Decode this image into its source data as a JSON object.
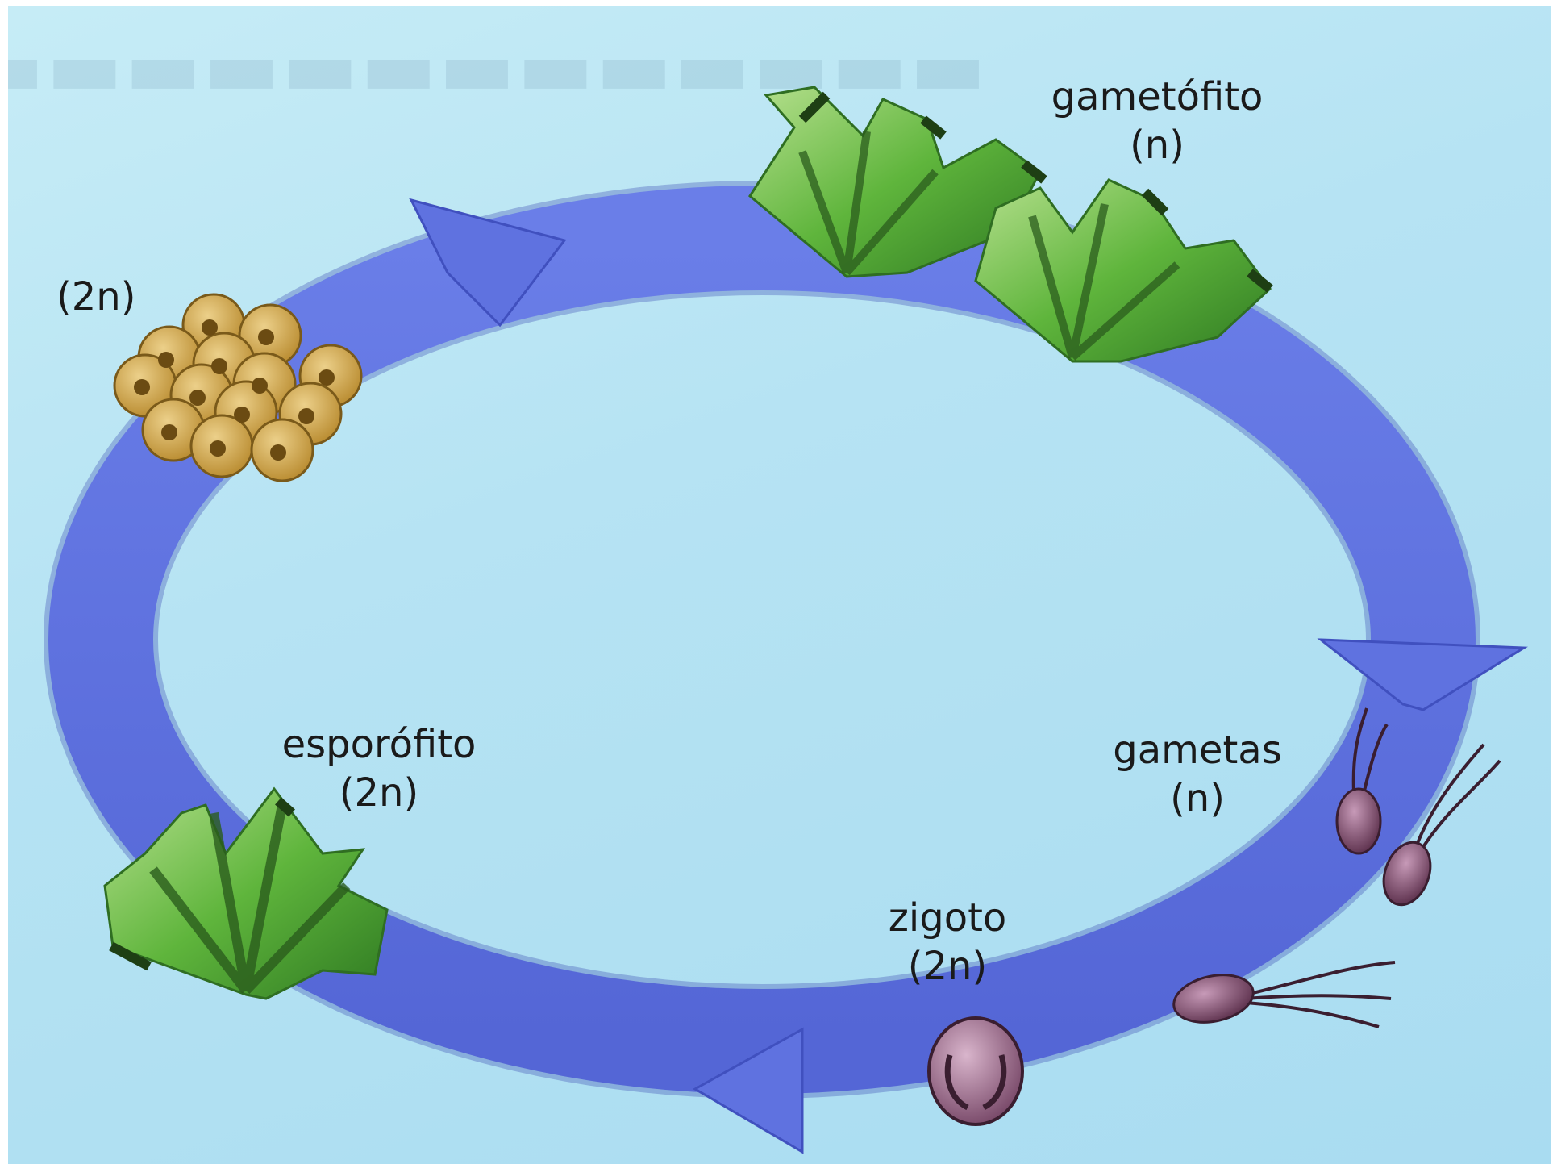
{
  "labels": {
    "gametofito": {
      "name": "gametófito",
      "ploidy": "(n)"
    },
    "gametas": {
      "name": "gametas",
      "ploidy": "(n)"
    },
    "zigoto": {
      "name": "zigoto",
      "ploidy": "(2n)"
    },
    "esporofito": {
      "name": "esporófito",
      "ploidy": "(2n)"
    },
    "esporos": {
      "ploidy": "(2n)"
    }
  },
  "colors": {
    "background": "#b6e3f3",
    "cycle_arrow": "#5f72e0",
    "cycle_arrow_dark": "#4d5cc9",
    "thallus_green": "#5cb83a",
    "thallus_light": "#a8d98a",
    "spore_fill": "#c8a24a",
    "gamete_fill": "#7a4a6a",
    "zygote_fill": "#8a5a78"
  }
}
